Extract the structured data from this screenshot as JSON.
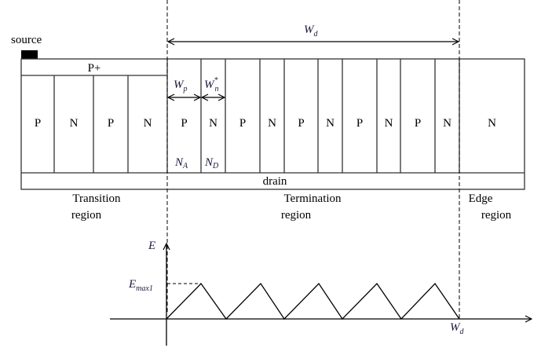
{
  "labels": {
    "source": "source",
    "p_plus": "P+",
    "drain": "drain",
    "wd": "W",
    "wd_sub": "d",
    "wp": "W",
    "wp_sub": "p",
    "wn": "W",
    "wn_sup": "*",
    "wn_sub": "n",
    "na": "N",
    "na_sub": "A",
    "nd": "N",
    "nd_sub": "D",
    "transition_1": "Transition",
    "transition_2": "region",
    "termination_1": "Termination",
    "termination_2": "region",
    "edge_1": "Edge",
    "edge_2": "region",
    "e_axis": "E",
    "emax": "E",
    "emax_sub": "max1",
    "wd_axis": "W",
    "wd_axis_sub": "d"
  },
  "columns": [
    "P",
    "N",
    "P",
    "N",
    "P",
    "N",
    "P",
    "N",
    "P",
    "N",
    "P",
    "N",
    "P",
    "N",
    "N"
  ]
}
